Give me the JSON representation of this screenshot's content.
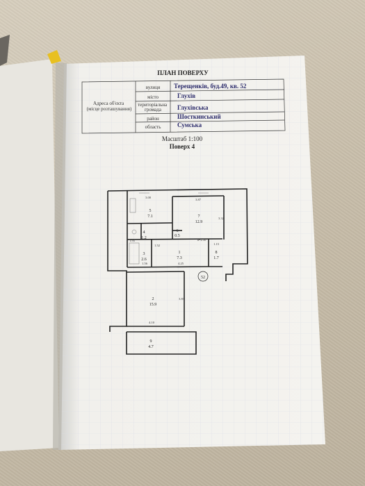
{
  "document": {
    "title": "ПЛАН ПОВЕРХУ",
    "address_label": "Адреса об'єкта (місце розташування)",
    "fields": [
      {
        "label": "вулиця",
        "value": "Терещенків,   буд.49,   кв. 52"
      },
      {
        "label": "місто",
        "value": "Глухів"
      },
      {
        "label": "територіальна громада",
        "value": "Глухівська"
      },
      {
        "label": "район",
        "value": "Шосткинський"
      },
      {
        "label": "область",
        "value": "Сумська"
      }
    ],
    "scale": "Масштаб 1:100",
    "floor": "Поверх  4"
  },
  "plan": {
    "apartment_number": "52",
    "height_label": "h=2.50",
    "rooms": [
      {
        "num": "1",
        "area": "7.3"
      },
      {
        "num": "2",
        "area": "15.9"
      },
      {
        "num": "3",
        "area": "2.6"
      },
      {
        "num": "4",
        "area": "1.2"
      },
      {
        "num": "5",
        "area": "7.1"
      },
      {
        "num": "6",
        "area": "0.5"
      },
      {
        "num": "7",
        "area": "12.9"
      },
      {
        "num": "8",
        "area": "1.7"
      },
      {
        "num": "9",
        "area": "4.7"
      }
    ],
    "dimensions": {
      "top_left": "3.00",
      "top_right": "3.87",
      "right_7": "3.32",
      "right_2": "3.83",
      "bottom_2": "4.10",
      "corridor": "4.25",
      "left_3": "1.95",
      "bottom_3": "1.56",
      "small_8": "1.15",
      "vert_1": "1.52"
    }
  },
  "colors": {
    "paper": "#f3f2ee",
    "grid": "#d9dbe6",
    "ink": "#222222",
    "handwriting": "#2a2a6a",
    "background": "#cfc6b6"
  }
}
